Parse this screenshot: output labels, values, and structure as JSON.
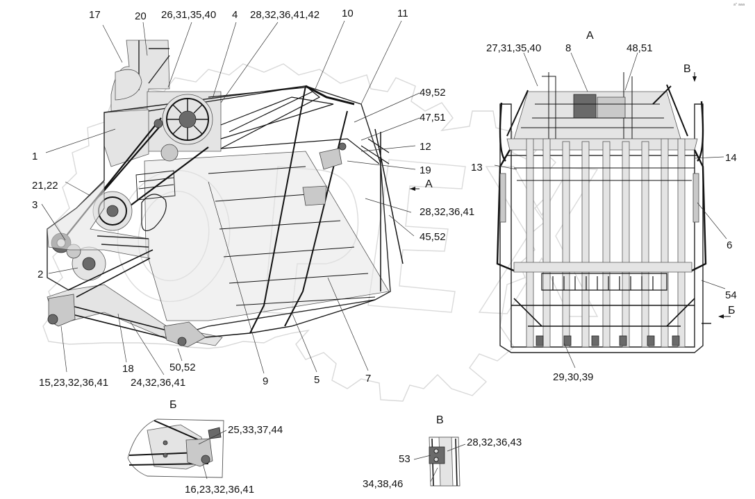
{
  "corner_mark": "а\" ааа",
  "watermark": "OPEX",
  "main_view": {
    "callouts": {
      "c17": "17",
      "c20": "20",
      "c26": "26,31,35,40",
      "c4": "4",
      "c28a": "28,32,36,41,42",
      "c10": "10",
      "c11": "11",
      "c49": "49,52",
      "c47": "47,51",
      "c12": "12",
      "c19": "19",
      "c28b": "28,32,36,41",
      "c45": "45,52",
      "c1": "1",
      "c21": "21,22",
      "c3": "3",
      "c2": "2",
      "c15": "15,23,32,36,41",
      "c18": "18",
      "c24": "24,32,36,41",
      "c50": "50,52",
      "c9": "9",
      "c5": "5",
      "c7": "7"
    },
    "section_arrow_label": "А"
  },
  "view_a": {
    "title": "А",
    "callouts": {
      "c27": "27,31,35,40",
      "c8": "8",
      "c48": "48,51",
      "c13": "13",
      "c14": "14",
      "c6": "6",
      "c54": "54",
      "c29": "29,30,39"
    },
    "arrow_v_label": "В",
    "arrow_b_label": "Б"
  },
  "view_b": {
    "title": "Б",
    "callouts": {
      "c25": "25,33,37,44",
      "c16": "16,23,32,36,41"
    }
  },
  "view_v": {
    "title": "В",
    "callouts": {
      "c53": "53",
      "c28": "28,32,36,43",
      "c34": "34,38,46"
    }
  }
}
